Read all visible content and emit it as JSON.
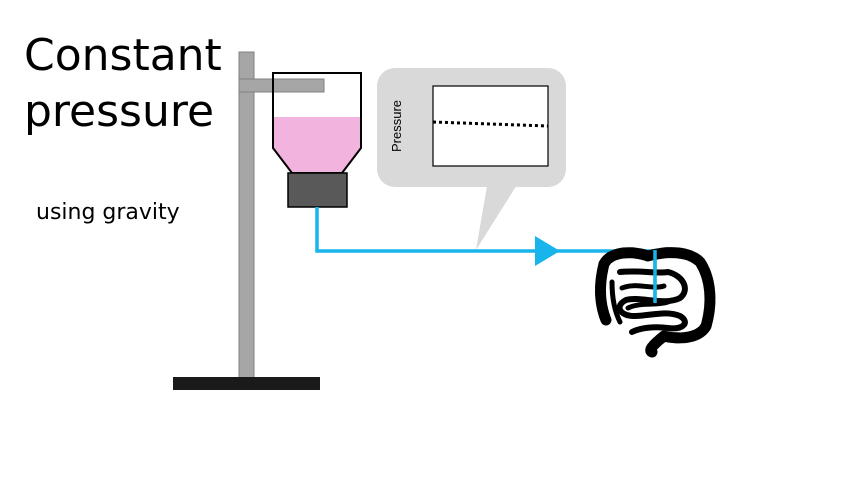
{
  "diagram": {
    "title_line1": "Constant",
    "title_line2": "pressure",
    "subtitle": "using gravity",
    "graph_axis_label": "Pressure",
    "colors": {
      "stand": "#a6a6a6",
      "base": "#1a1a1a",
      "fluid": "#f2b3de",
      "tube": "#19b4eb",
      "pump": "#595959",
      "callout": "#d9d9d9",
      "intestine": "#000000"
    },
    "icons": [
      "ring-stand",
      "reservoir-bottle",
      "pump-block",
      "flow-arrow",
      "intestine-icon",
      "pressure-graph-callout"
    ]
  }
}
